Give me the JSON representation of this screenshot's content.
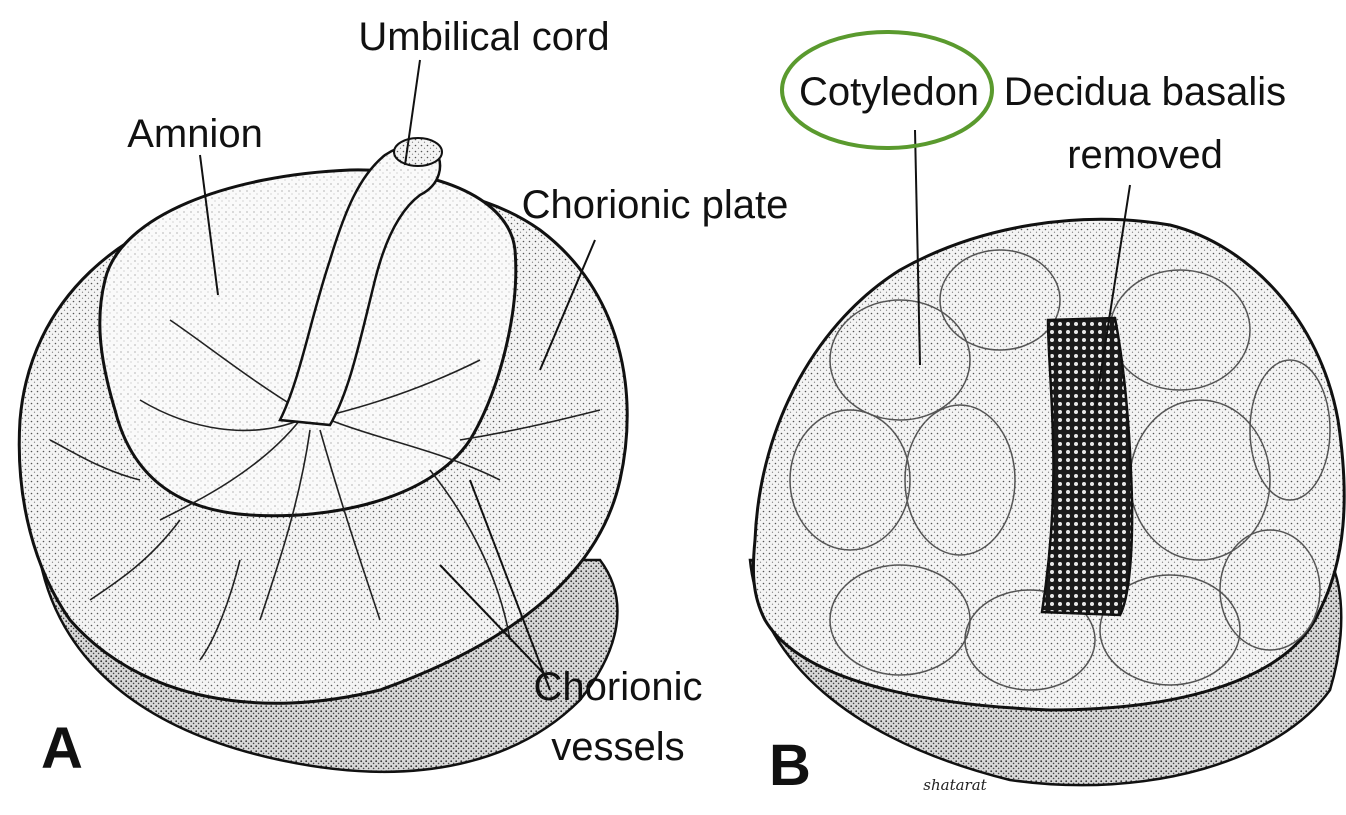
{
  "panel_a": {
    "letter": "A",
    "labels": {
      "umbilical_cord": "Umbilical cord",
      "amnion": "Amnion",
      "chorionic_plate": "Chorionic plate",
      "chorionic_vessels_line1": "Chorionic",
      "chorionic_vessels_line2": "vessels"
    }
  },
  "panel_b": {
    "letter": "B",
    "labels": {
      "cotyledon": "Cotyledon",
      "decidua_line1": "Decidua basalis",
      "decidua_line2": "removed"
    },
    "highlight_color": "#5a9a2e"
  },
  "watermark": "shatarat"
}
